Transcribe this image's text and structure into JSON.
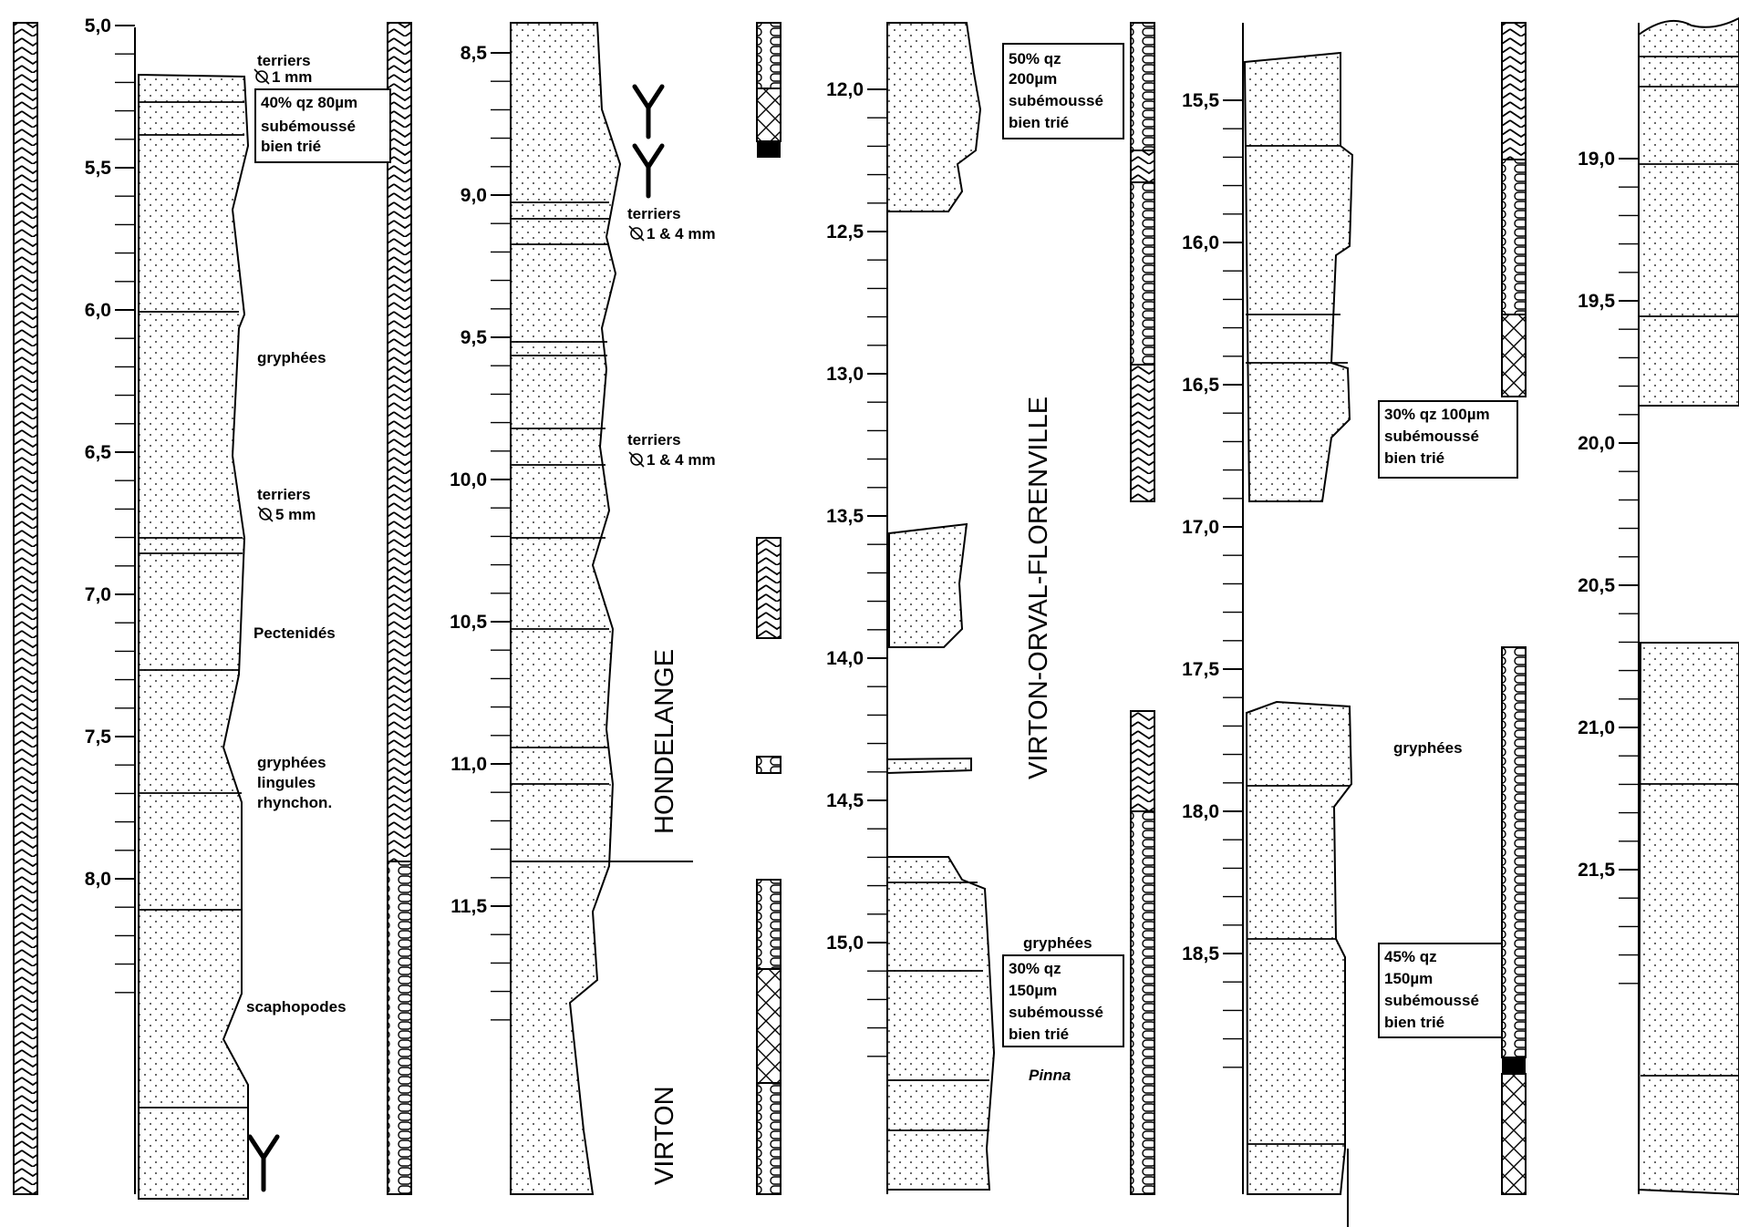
{
  "columns": [
    {
      "id": "c1",
      "ticks": [
        "5,0",
        "5,5",
        "6,0",
        "6,5",
        "7,0",
        "7,5",
        "8,0"
      ]
    },
    {
      "id": "c2",
      "ticks": [
        "8,5",
        "9,0",
        "9,5",
        "10,0",
        "10,5",
        "11,0",
        "11,5"
      ]
    },
    {
      "id": "c3",
      "ticks": [
        "12,0",
        "12,5",
        "13,0",
        "13,5",
        "14,0",
        "14,5",
        "15,0"
      ]
    },
    {
      "id": "c4",
      "ticks": [
        "15,5",
        "16,0",
        "16,5",
        "17,0",
        "17,5",
        "18,0",
        "18,5"
      ]
    },
    {
      "id": "c5",
      "ticks": [
        "19,0",
        "19,5",
        "20,0",
        "20,5",
        "21,0",
        "21,5"
      ]
    }
  ],
  "formations": {
    "hondelange": "HONDELANGE",
    "virton": "VIRTON",
    "virton_orval_florenville": "VIRTON-ORVAL-FLORENVILLE"
  },
  "annotations": {
    "c1_terriers_1": "terriers",
    "c1_terriers_1_size": "1 mm",
    "c1_gryphees": "gryphées",
    "c1_terriers_2": "terriers",
    "c1_terriers_2_size": "5 mm",
    "c1_pectenides": "Pectenidés",
    "c1_gryphees_2": "gryphées",
    "c1_lingules": "lingules",
    "c1_rhynchon": "rhynchon.",
    "c1_scaphopodes": "scaphopodes",
    "c2_terriers_1": "terriers",
    "c2_terriers_1_size": "1 & 4 mm",
    "c2_terriers_2": "terriers",
    "c2_terriers_2_size": "1 & 4 mm",
    "c3_gryphees": "gryphées",
    "c3_pinna": "Pinna",
    "c4_gryphees": "gryphées"
  },
  "boxes": {
    "b1": [
      "40% qz 80µm",
      "subémoussé",
      "bien trié"
    ],
    "b2": [
      "50% qz",
      "200µm",
      "subémoussé",
      "bien trié"
    ],
    "b3": [
      "30% qz",
      "150µm",
      "subémoussé",
      "bien trié"
    ],
    "b4": [
      "30% qz 100µm",
      "subémoussé",
      "bien trié"
    ],
    "b5": [
      "45% qz",
      "150µm",
      "subémoussé",
      "bien trié"
    ]
  }
}
